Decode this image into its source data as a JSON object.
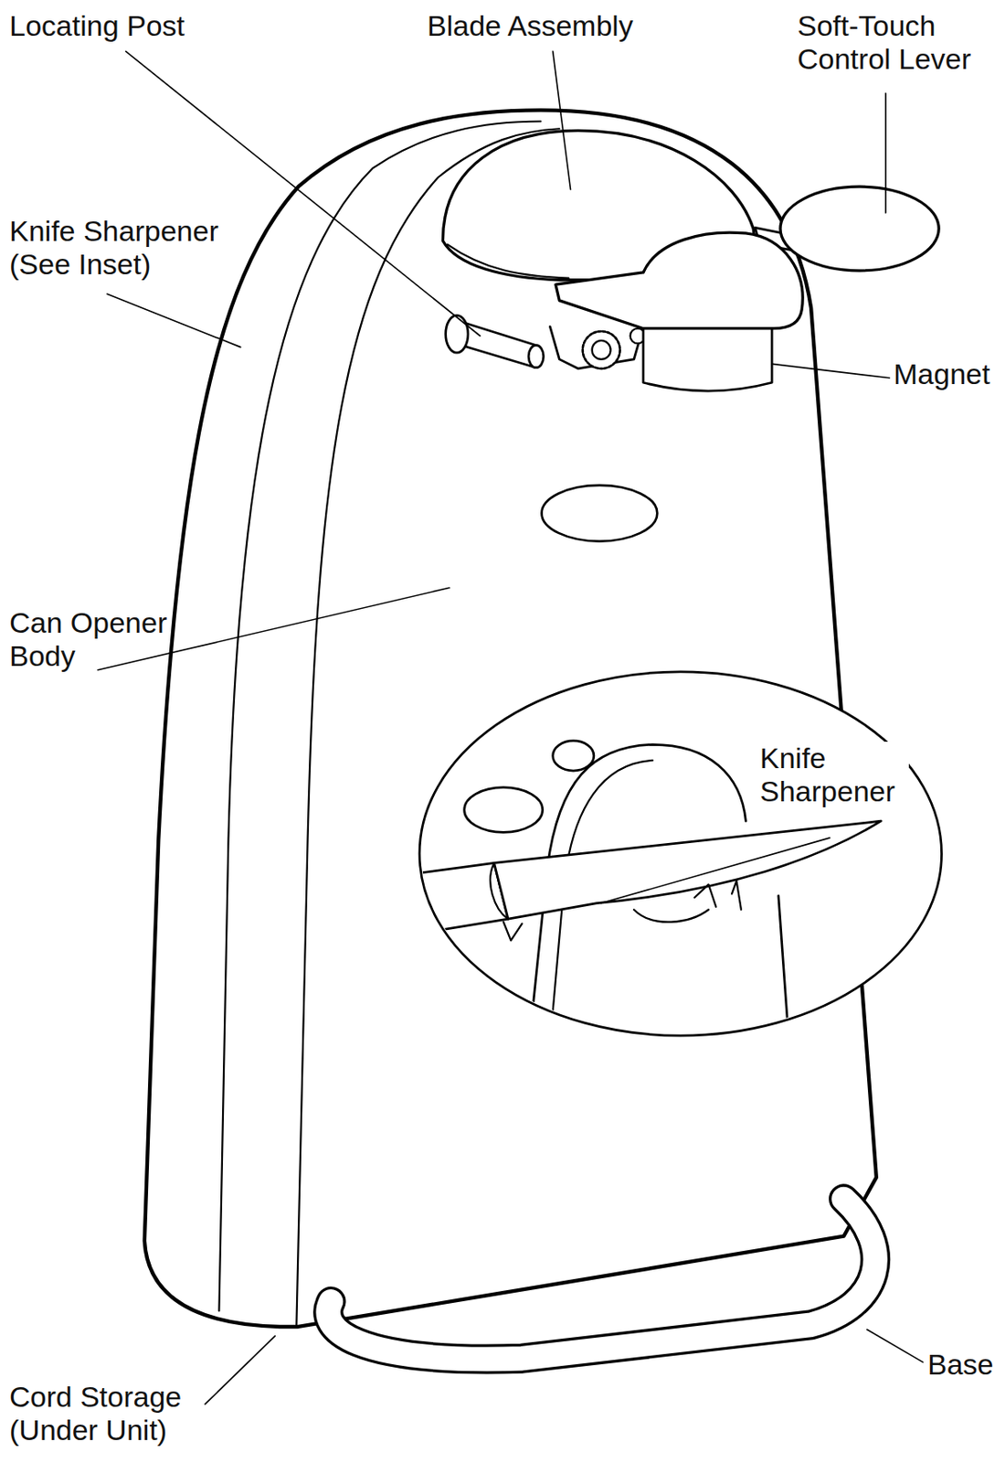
{
  "diagram": {
    "labels": [
      "Locating Post",
      "Blade Assembly",
      "Soft-Touch Control Lever",
      "Knife Sharpener (See Inset)",
      "Magnet",
      "Can Opener Body",
      "Knife Sharpener",
      "Cord Storage (Under Unit)",
      "Base"
    ]
  }
}
